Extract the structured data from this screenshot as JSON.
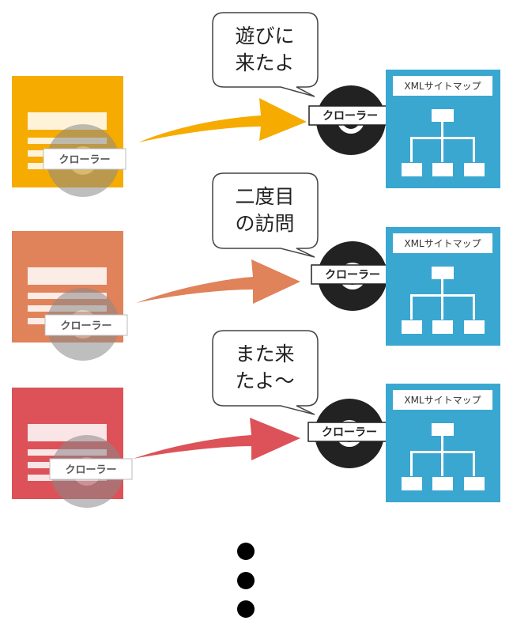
{
  "colors": {
    "row1": "#f6ab00",
    "row2": "#e0825a",
    "row3": "#dc5258",
    "sitemap": "#3aa7d1",
    "crawler_dark": "#222222",
    "crawler_light": "#8a8a8a"
  },
  "icons": {
    "crawler": "crawler-logo-icon",
    "page": "web-page-icon",
    "sitemap": "sitemap-tree-icon",
    "arrow": "curved-arrow-icon"
  },
  "rows": [
    {
      "page_crawler_label": "クローラー",
      "speech_lines": [
        "遊びに",
        "来たよ"
      ],
      "crawler_label": "クローラー",
      "sitemap_title": "XMLサイトマップ"
    },
    {
      "page_crawler_label": "クローラー",
      "speech_lines": [
        "二度目",
        "の訪問"
      ],
      "crawler_label": "クローラー",
      "sitemap_title": "XMLサイトマップ"
    },
    {
      "page_crawler_label": "クローラー",
      "speech_lines": [
        "また来",
        "たよ〜"
      ],
      "crawler_label": "クローラー",
      "sitemap_title": "XMLサイトマップ"
    }
  ],
  "continuation": "vertical-ellipsis-dots"
}
